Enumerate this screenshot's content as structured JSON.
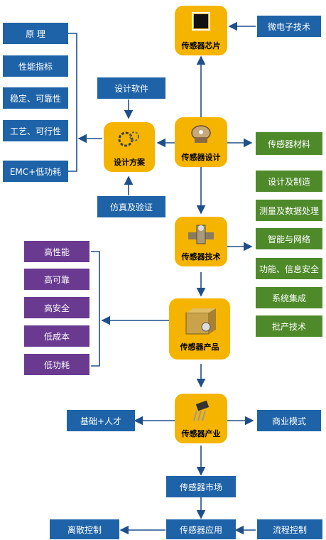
{
  "nodes": {
    "chip": "传感器芯片",
    "design": "传感器设计",
    "scheme": "设计方案",
    "tech": "传感器技术",
    "product": "传感器产品",
    "industry": "传感器产业"
  },
  "left_boxes": [
    "原 理",
    "性能指标",
    "稳定、可靠性",
    "工艺、可行性",
    "EMC+低功耗"
  ],
  "software": "设计软件",
  "simulation": "仿真及验证",
  "microelectronics": "微电子技术",
  "materials": "传感器材料",
  "tech_items": [
    "设计及制造",
    "测量及数据处理",
    "智能与网络",
    "功能、信息安全",
    "系统集成",
    "批产技术"
  ],
  "product_items": [
    "高性能",
    "高可靠",
    "高安全",
    "低成本",
    "低功耗"
  ],
  "foundation": "基础+人才",
  "business": "商业模式",
  "market": "传感器市场",
  "application": "传感器应用",
  "discrete": "离散控制",
  "process": "流程控制",
  "colors": {
    "blue": "#1e63a8",
    "green": "#4f8a2a",
    "purple": "#6a3a91",
    "gold": "#f5b400"
  }
}
